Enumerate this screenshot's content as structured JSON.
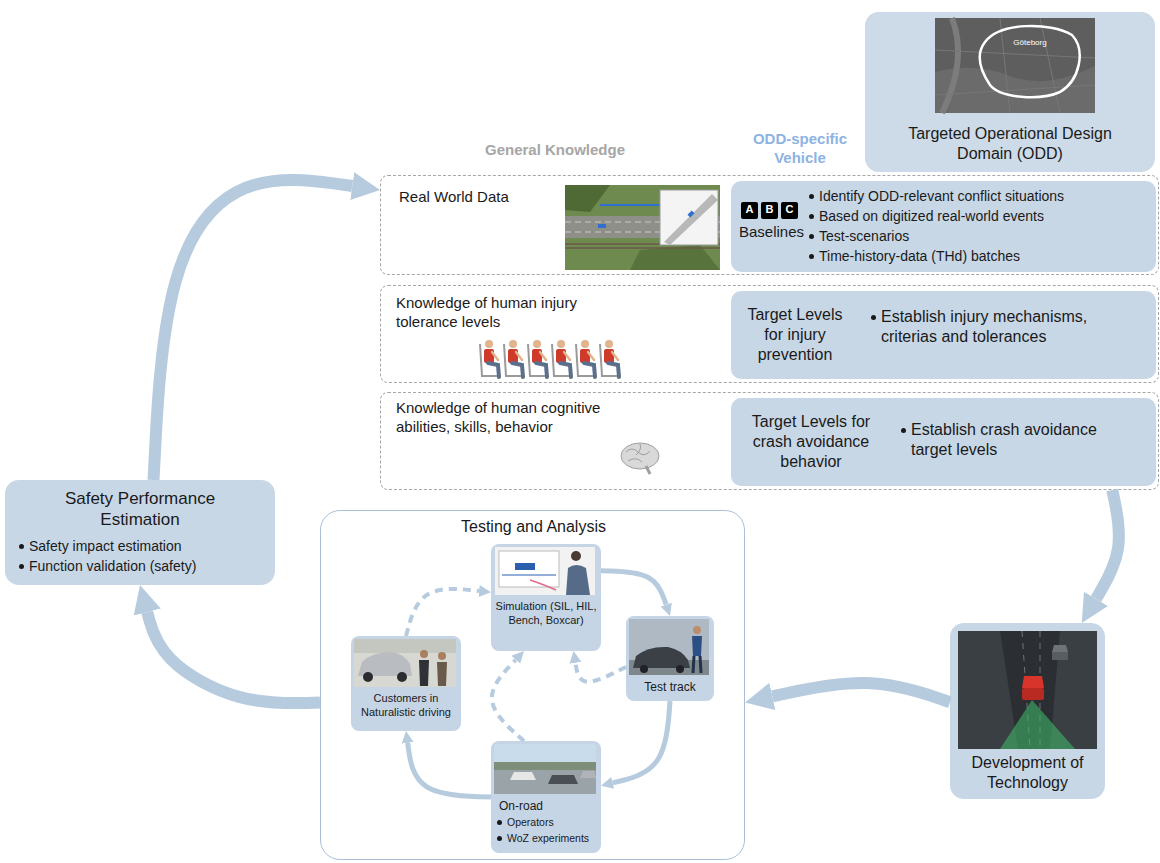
{
  "diagram": {
    "nodes": [
      {
        "text": [
          "Targeted Operational Design Domain (ODD)"
        ]
      },
      {
        "text": [
          "Real World Data"
        ]
      },
      {
        "text": [
          "Baselines",
          "Identify ODD-relevant conflict situations",
          "Based on digitized real-world events",
          "Test-scenarios",
          "Time-history-data (THd) batches"
        ],
        "in": 1
      },
      {
        "text": [
          "A"
        ],
        "in": 2
      },
      {
        "text": [
          "B"
        ],
        "in": 2
      },
      {
        "text": [
          "C"
        ],
        "in": 2
      },
      {
        "text": [
          "Knowledge of human injury tolerance levels"
        ]
      },
      {
        "text": [
          "Target Levels for injury prevention",
          "Establish injury mechanisms, criterias and tolerances"
        ],
        "in": 6
      },
      {
        "text": [
          "Knowledge of human cognitive abilities, skills, behavior"
        ]
      },
      {
        "text": [
          "Target Levels for crash avoidance behavior",
          "Establish crash avoidance target levels"
        ],
        "in": 8
      },
      {
        "text": [
          "Safety Performance Estimation",
          "Safety impact estimation",
          "Function validation (safety)"
        ]
      },
      {
        "text": [
          "Testing and Analysis"
        ]
      },
      {
        "text": [
          "Simulation (SIL, HIL, Bench, Boxcar)"
        ],
        "in": 11
      },
      {
        "text": [
          "Test track"
        ],
        "in": 11
      },
      {
        "text": [
          "On-road",
          "Operators",
          "WoZ experiments"
        ],
        "in": 11
      },
      {
        "text": [
          "Customers in Naturalistic driving"
        ],
        "in": 11
      },
      {
        "text": [
          "Development of Technology"
        ]
      }
    ],
    "edges": [
      {
        "from": 10,
        "to": 1,
        "arrow": "to"
      },
      {
        "from": 11,
        "to": 10,
        "arrow": "to"
      },
      {
        "from": 8,
        "to": 16,
        "arrow": "to"
      },
      {
        "from": 16,
        "to": 11,
        "arrow": "to"
      },
      {
        "from": 12,
        "to": 13,
        "arrow": "to"
      },
      {
        "from": 13,
        "to": 14,
        "arrow": "to"
      },
      {
        "from": 14,
        "to": 15,
        "arrow": "to"
      },
      {
        "from": 15,
        "to": 12,
        "arrow": "to"
      },
      {
        "from": 14,
        "to": 12,
        "arrow": "to"
      },
      {
        "from": 13,
        "to": 12,
        "arrow": "to"
      }
    ],
    "labels": [
      "General Knowledge",
      "ODD-specific Vehicle",
      "Göteborg"
    ]
  }
}
